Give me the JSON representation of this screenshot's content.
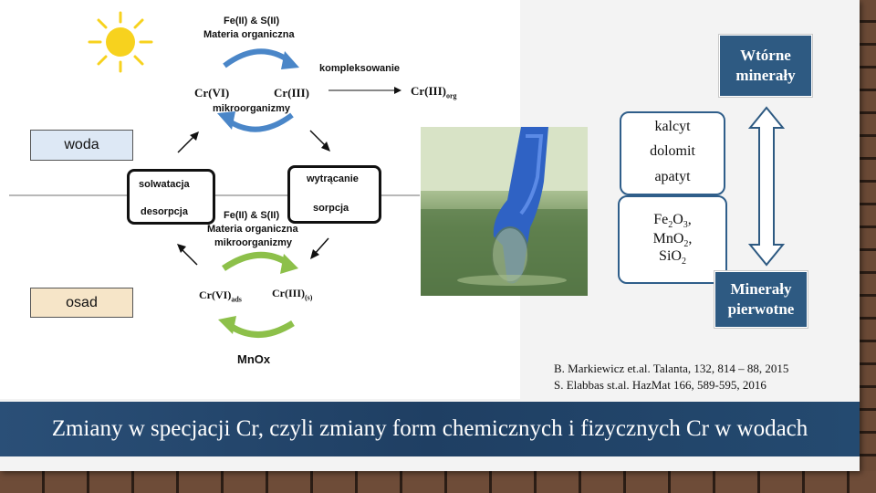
{
  "diagram": {
    "top_label": "Fe(II) & S(II)",
    "top_label2": "Materia organiczna",
    "cr6": "Cr(VI)",
    "cr3": "Cr(III)",
    "micro_top": "mikroorganizmy",
    "complex_label": "kompleksowanie",
    "cr3_org_main": "Cr(III)",
    "cr3_org_sub": "org",
    "woda": "woda",
    "osad": "osad",
    "solwatacja": "solwatacja",
    "desorpcja": "desorpcja",
    "wytracanie": "wytrącanie",
    "sorpcja": "sorpcja",
    "mid_label": "Fe(II) & S(II)",
    "mid_label2": "Materia organiczna",
    "micro_bottom": "mikroorganizmy",
    "cr6_ads_main": "Cr(VI)",
    "cr6_ads_sub": "ads",
    "cr3_s_main": "Cr(III)",
    "cr3_s_sub": "(s)",
    "mnox": "MnOx"
  },
  "minerals": {
    "secondary": "Wtórne minerały",
    "primary": "Minerały pierwotne",
    "list1": [
      "kalcyt",
      "dolomit",
      "apatyt"
    ],
    "list2": [
      {
        "main": "Fe",
        "s1": "2",
        "mid": "O",
        "s2": "3",
        "end": ","
      },
      {
        "main": "MnO",
        "s1": "2",
        "mid": "",
        "s2": "",
        "end": ","
      },
      {
        "main": "SiO",
        "s1": "2",
        "mid": "",
        "s2": "",
        "end": ""
      }
    ]
  },
  "references": [
    "B. Markiewicz et.al. Talanta, 132, 814 – 88, 2015",
    "S. Elabbas st.al.  HazMat 166, 589-595,  2016"
  ],
  "title": "Zmiany w specjacji Cr, czyli zmiany form chemicznych i fizycznych Cr w wodach",
  "colors": {
    "blue_arrow": "#4a86c8",
    "green_arrow": "#8dc04a",
    "banner": "#2a4f77",
    "sun": "#f7d21e"
  }
}
